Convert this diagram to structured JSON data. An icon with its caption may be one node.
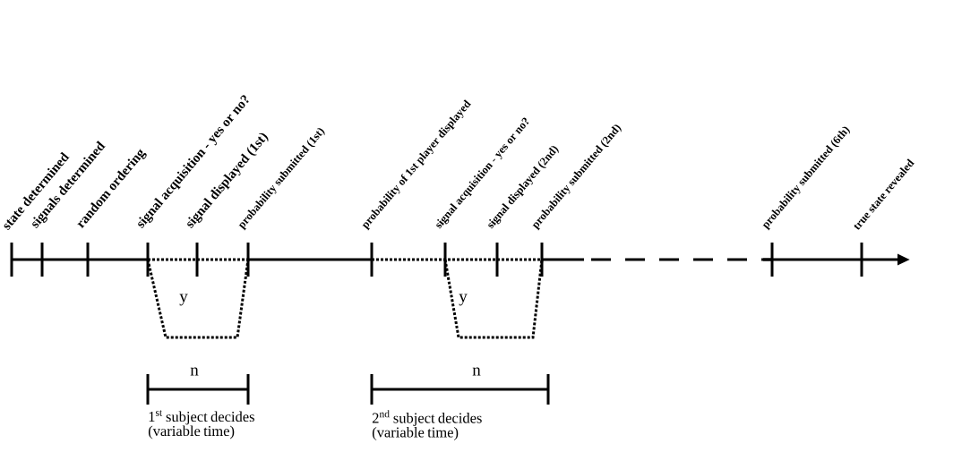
{
  "diagram": {
    "labels": [
      "state determined",
      "signals determined",
      "random ordering",
      "signal acquisition - yes or no?",
      "signal displayed (1st)",
      "probability submitted (1st)",
      "probability of 1st player displayed",
      "signal acquisition - yes or no?",
      "signal displayed (2nd)",
      "probability submitted (2nd)",
      "probability submitted (6th)",
      "true state revealed",
      "y",
      "y",
      "n",
      "n",
      "1$^{st}$ subject decides (variable time)",
      "2$^{nd}$ subject decides (variable time)"
    ]
  }
}
